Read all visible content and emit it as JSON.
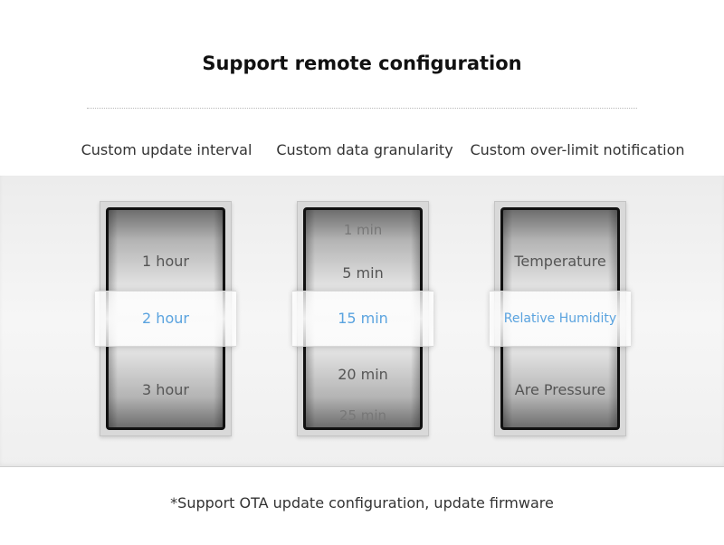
{
  "title": "Support remote configuration",
  "columns": [
    {
      "label": "Custom update interval",
      "items": [
        "1 hour",
        "2 hour",
        "3 hour"
      ],
      "selected": "2 hour"
    },
    {
      "label": "Custom data granularity",
      "items": [
        "1 min",
        "5 min",
        "15 min",
        "20 min",
        "25 min"
      ],
      "selected": "15 min"
    },
    {
      "label": "Custom over-limit notification",
      "items": [
        "Temperature",
        "Relative Humidity",
        "Are Pressure"
      ],
      "selected": "Relative Humidity"
    }
  ],
  "footnote": "*Support OTA update configuration, update firmware",
  "colors": {
    "selected_text": "#5aa3df",
    "title_text": "#111111"
  }
}
